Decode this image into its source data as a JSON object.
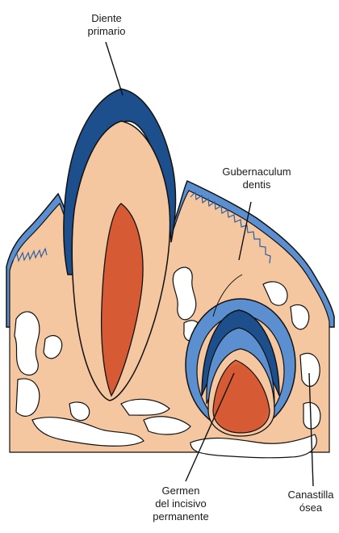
{
  "labels": {
    "primary_tooth": [
      "Diente",
      "primario"
    ],
    "gubernaculum": [
      "Gubernaculum",
      "dentis"
    ],
    "permanent_germ": [
      "Germen",
      "del incisivo",
      "permanente"
    ],
    "bony_crypt": [
      "Canastilla",
      "ósea"
    ]
  },
  "colors": {
    "tissue": "#f5c7a0",
    "enamel": "#1d4f8c",
    "epithelium": "#5b8fcf",
    "pulp": "#d65b35",
    "bone": "#ffffff",
    "outline": "#111111"
  }
}
